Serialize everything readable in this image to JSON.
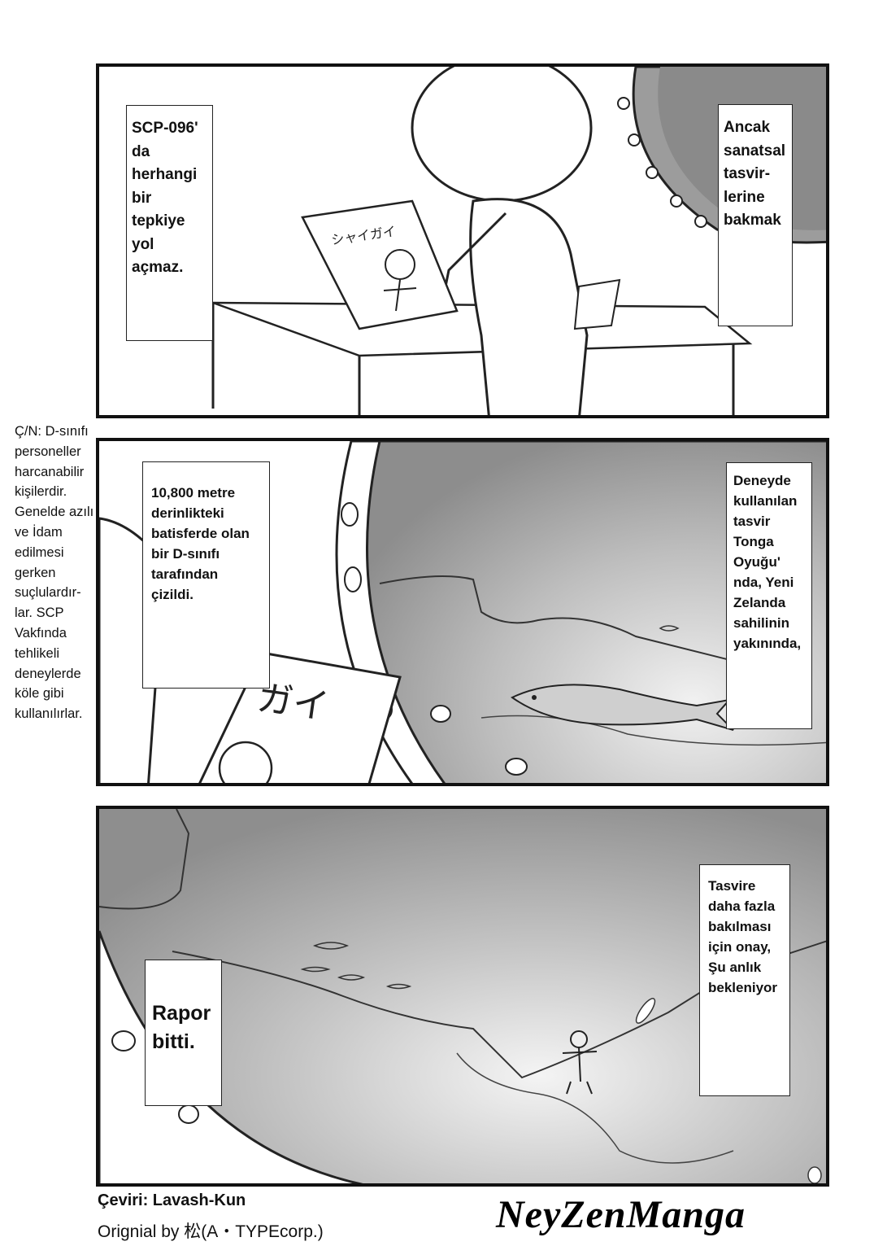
{
  "panel1": {
    "bubble_left": "SCP-096' da herhangi bir tepkiye yol açmaz.",
    "bubble_right": "Ancak sanatsal tasvir-lerine bakmak",
    "drawing_sign": "シャイガイ"
  },
  "panel2": {
    "bubble_left": "10,800 metre derinlikteki batisferde olan bir D-sınıfı tarafından çizildi.",
    "bubble_right": "Deneyde kullanılan tasvir Tonga Oyuğu' nda, Yeni Zelanda sahilinin yakınında,",
    "drawing_sign": "ガイ"
  },
  "panel3": {
    "bubble_left": "Rapor bitti.",
    "bubble_right": "Tasvire daha fazla bakılması için onay, Şu anlık bekleniyor"
  },
  "translator_note": "Ç/N: D-sınıfı personeller harcanabilir kişilerdir. Genelde azılı ve İdam edilmesi gerken suçlulardır-lar. SCP Vakfında tehlikeli deneylerde köle gibi kullanılırlar.",
  "credits": {
    "translation": "Çeviri: Lavash-Kun",
    "original": "Orignial by 松(A・TYPEcorp.)",
    "logo": "NeyZenManga"
  }
}
